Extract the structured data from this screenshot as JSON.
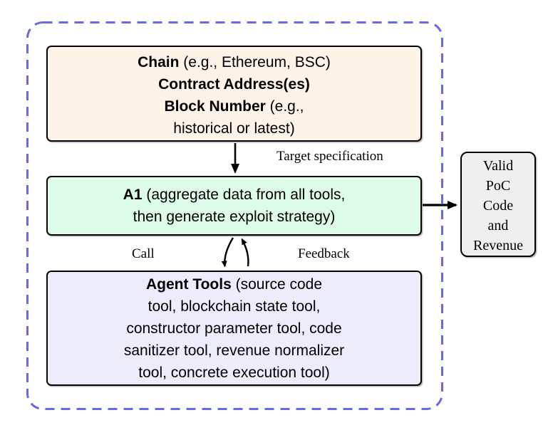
{
  "diagram": {
    "boxes": {
      "target_spec_box": {
        "fill": "#fdf3e7",
        "lines": [
          {
            "bold": "Chain",
            "rest": " (e.g., Ethereum, BSC)"
          },
          {
            "bold": "Contract Address(es)",
            "rest": ""
          },
          {
            "bold": "Block Number",
            "rest": " (e.g.,"
          },
          {
            "bold": "",
            "rest": "historical or latest)"
          }
        ]
      },
      "agent_box": {
        "fill": "#dcfbe9",
        "lines": [
          {
            "bold": "A1",
            "rest": " (aggregate data from all tools,"
          },
          {
            "bold": "",
            "rest": "then generate exploit strategy)"
          }
        ]
      },
      "tools_box": {
        "fill": "#ececfb",
        "lines": [
          {
            "bold": "Agent Tools",
            "rest": " (source code"
          },
          {
            "bold": "",
            "rest": "tool, blockchain state tool,"
          },
          {
            "bold": "",
            "rest": "constructor parameter tool, code"
          },
          {
            "bold": "",
            "rest": "sanitizer tool, revenue normalizer"
          },
          {
            "bold": "",
            "rest": "tool, concrete execution tool)"
          }
        ]
      },
      "output_box": {
        "fill": "#efefef",
        "lines": [
          "Valid",
          "PoC",
          "Code",
          "and",
          "Revenue"
        ]
      }
    },
    "edge_labels": {
      "target_specification": "Target specification",
      "call": "Call",
      "feedback": "Feedback"
    },
    "colors": {
      "dashed_border": "#6868ea",
      "arrow": "#000000",
      "box_border": "#000000"
    }
  }
}
